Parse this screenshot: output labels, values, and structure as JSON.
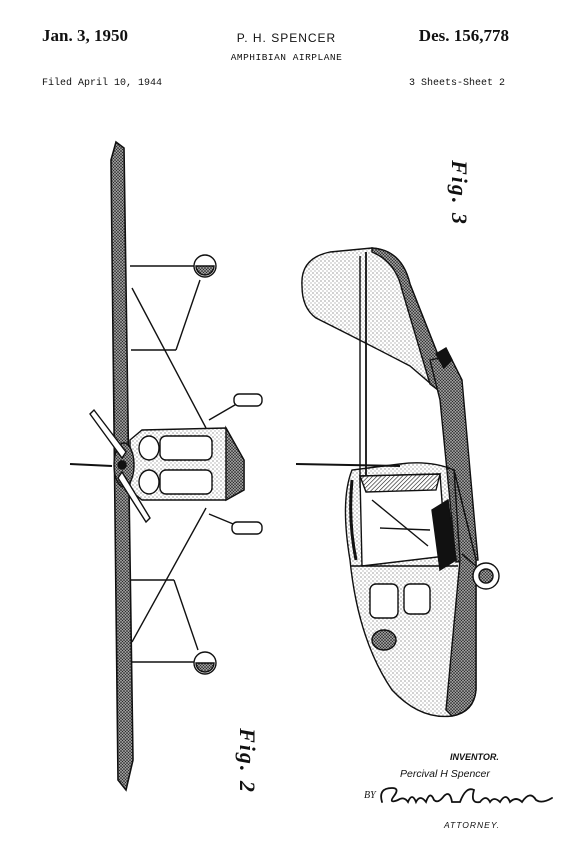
{
  "header": {
    "date": "Jan. 3, 1950",
    "inventor": "P. H. SPENCER",
    "title": "AMPHIBIAN AIRPLANE",
    "design_number": "Des. 156,778",
    "filed": "Filed April 10, 1944",
    "sheet": "3 Sheets-Sheet 2"
  },
  "figures": {
    "fig3_label": "Fig. 3",
    "fig2_label": "Fig. 2"
  },
  "inventor_block": {
    "caption": "INVENTOR.",
    "name": "Percival H Spencer",
    "by": "BY",
    "signature_text": "Charles S. Wilson",
    "attorney_caption": "ATTORNEY."
  },
  "colors": {
    "ink": "#111111",
    "paper": "#ffffff"
  }
}
